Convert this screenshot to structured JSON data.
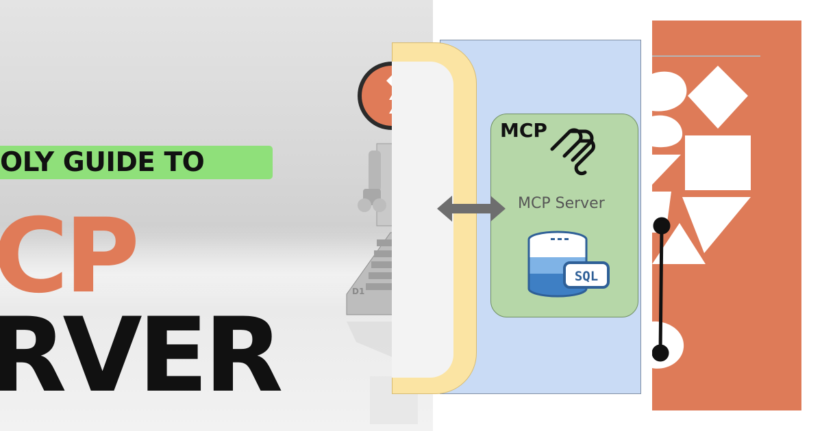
{
  "left": {
    "subtitle": "OLY GUIDE TO",
    "title_line1": "CP",
    "title_line2": "RVER",
    "robot_label": "D1",
    "colors": {
      "accent": "#e07b58",
      "banner": "#8fe07a",
      "dark": "#111111"
    }
  },
  "diagram": {
    "mcp_title": "MCP",
    "server_label": "MCP Server",
    "db_label": "SQL",
    "icons": [
      "mcp-logo-icon",
      "database-sql-icon",
      "double-arrow-icon"
    ],
    "colors": {
      "outer_box": "#c9dbf5",
      "inner_box": "#b6d7a8",
      "pill": "#fbe4a3",
      "db_icon": "#3e7fc4"
    }
  },
  "right": {
    "colors": {
      "background": "#de7b58",
      "shapes": "#ffffff"
    }
  }
}
